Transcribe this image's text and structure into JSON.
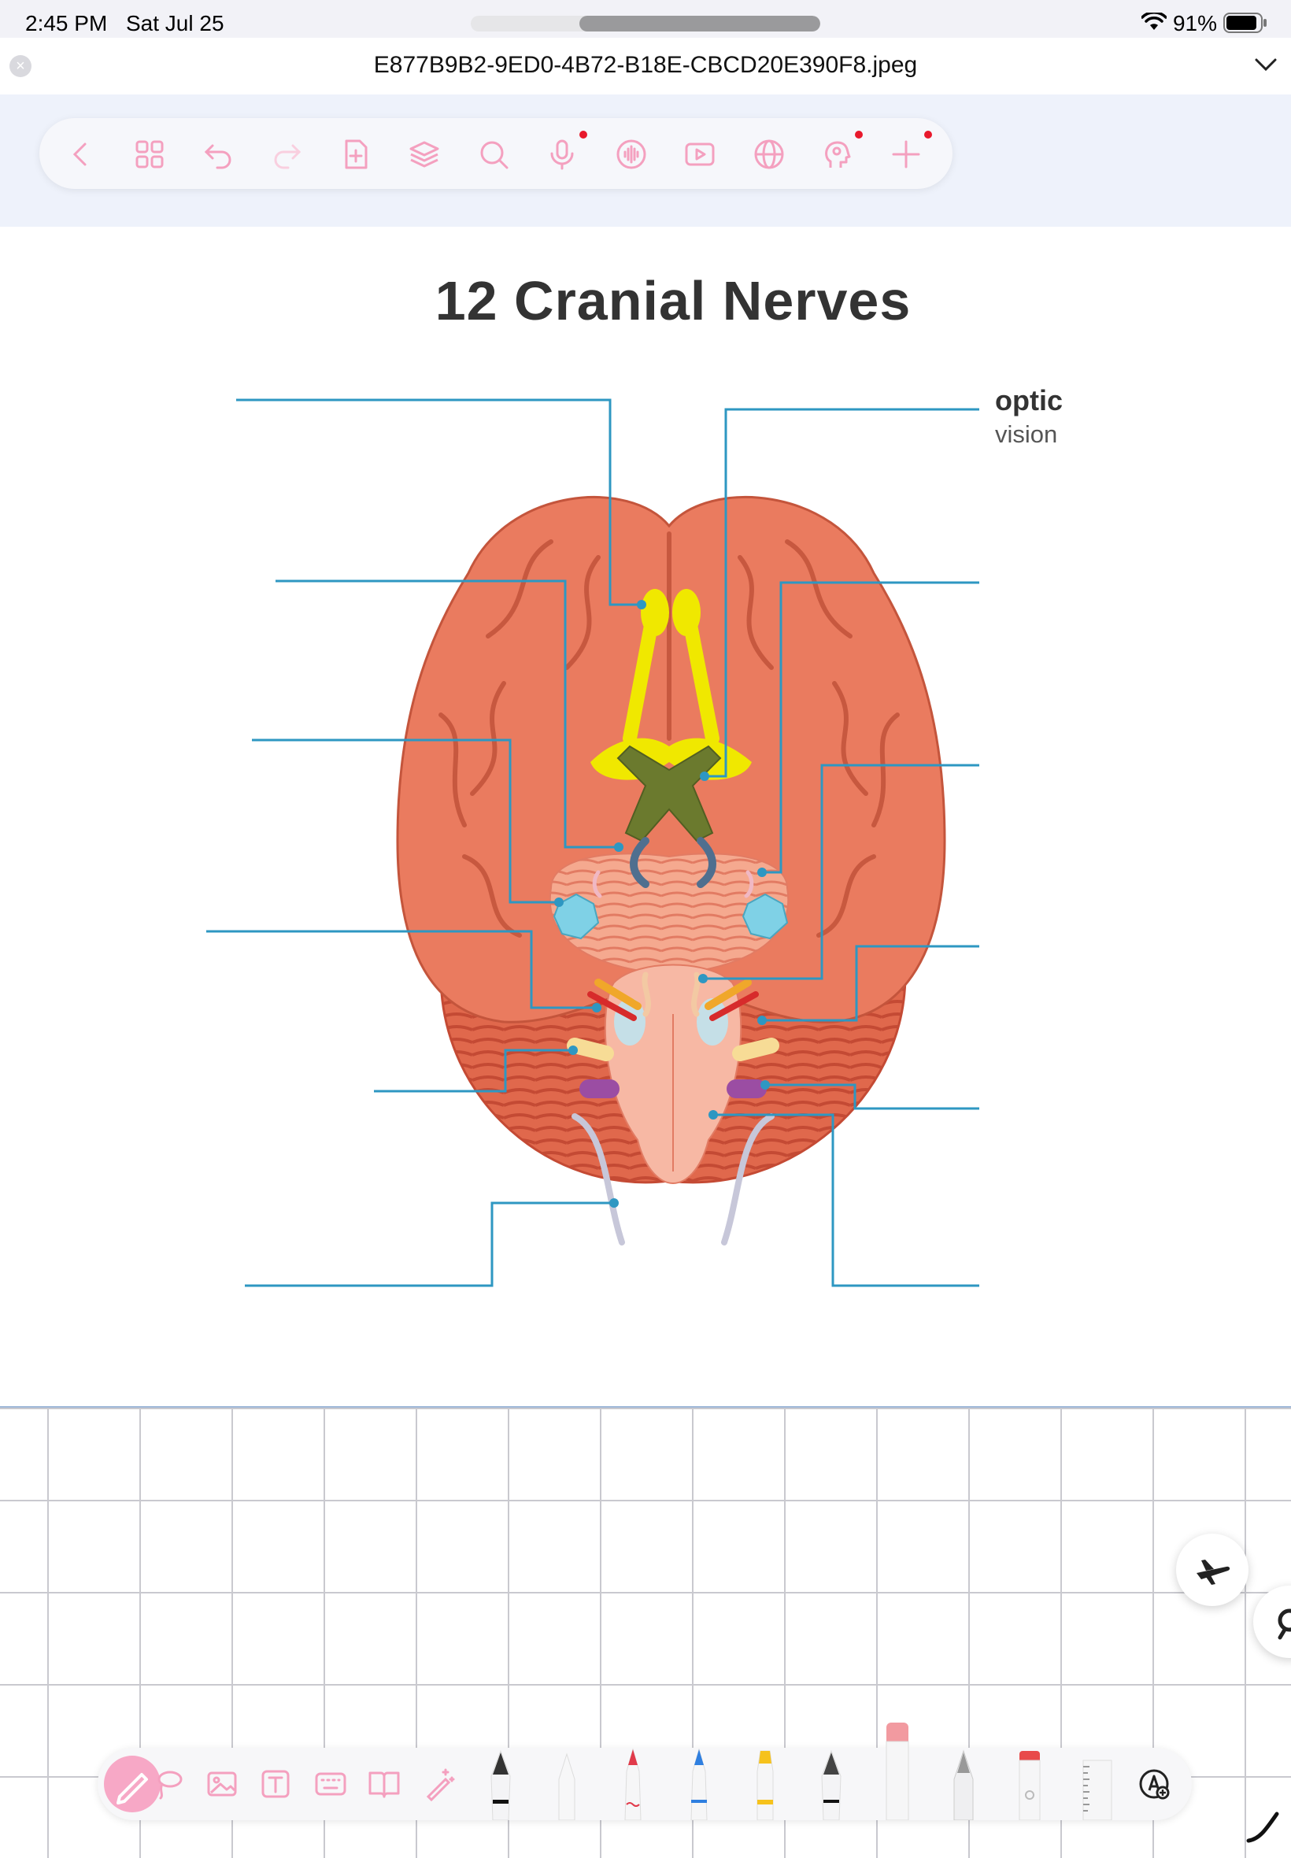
{
  "status_bar": {
    "time": "2:45 PM",
    "date": "Sat Jul 25",
    "battery_percent": "91%",
    "battery_level": 0.91
  },
  "document": {
    "filename": "E877B9B2-9ED0-4B72-B18E-CBCD20E390F8.jpeg"
  },
  "toolbar": {
    "items": [
      {
        "name": "back-icon"
      },
      {
        "name": "grid-view-icon"
      },
      {
        "name": "undo-icon"
      },
      {
        "name": "redo-icon"
      },
      {
        "name": "add-page-icon"
      },
      {
        "name": "layers-icon"
      },
      {
        "name": "search-icon"
      },
      {
        "name": "microphone-icon",
        "badge": true
      },
      {
        "name": "audio-wave-icon"
      },
      {
        "name": "video-play-icon"
      },
      {
        "name": "globe-icon"
      },
      {
        "name": "head-bulb-icon",
        "badge": true
      },
      {
        "name": "plus-icon",
        "badge": true
      }
    ],
    "accent_color": "#f4a0bf",
    "badge_color": "#e8192c"
  },
  "diagram": {
    "title": "12 Cranial Nerves",
    "labels": [
      {
        "name": "optic",
        "description": "vision"
      }
    ],
    "leader_color": "#2e97c2"
  },
  "palette": {
    "tools": [
      {
        "name": "pen-tool-icon"
      },
      {
        "name": "lasso-icon"
      },
      {
        "name": "image-icon"
      },
      {
        "name": "text-box-icon"
      },
      {
        "name": "keyboard-icon"
      },
      {
        "name": "book-icon"
      },
      {
        "name": "magic-pen-icon"
      },
      {
        "name": "fountain-pen-black"
      },
      {
        "name": "ballpoint-white"
      },
      {
        "name": "brush-pen-red"
      },
      {
        "name": "ballpoint-blue"
      },
      {
        "name": "highlighter-yellow"
      },
      {
        "name": "fountain-pen-dark"
      },
      {
        "name": "eraser-pink"
      },
      {
        "name": "pencil-gray"
      },
      {
        "name": "eraser-red-cap"
      },
      {
        "name": "ruler"
      },
      {
        "name": "pen-settings-icon"
      }
    ]
  }
}
